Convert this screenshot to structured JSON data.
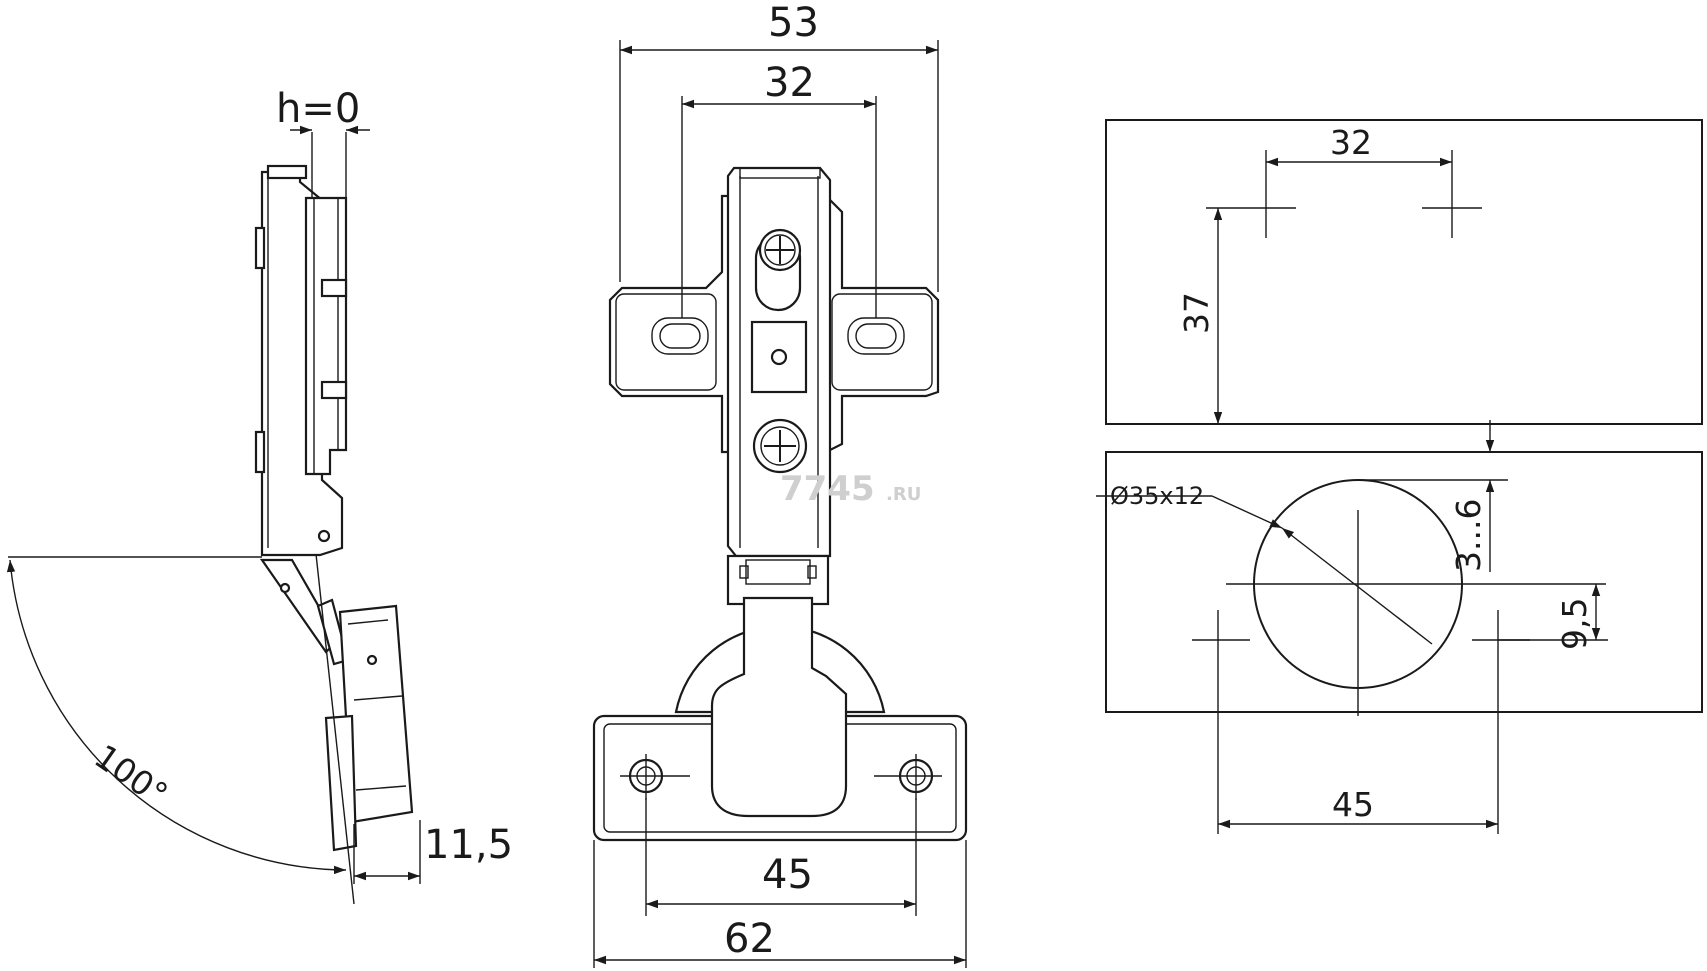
{
  "diagram": {
    "side_view": {
      "overlay_label": "h=0",
      "angle_label": "100°",
      "depth_label": "11,5"
    },
    "front_view": {
      "overall_width": "53",
      "mount_spacing": "32",
      "screw_spacing": "45",
      "base_width": "62"
    },
    "drilling_template": {
      "top_spacing": "32",
      "height": "37",
      "cup_label": "Ø35x12",
      "edge_offset": "3...6",
      "hole_offset": "9,5",
      "bottom_spacing": "45"
    },
    "watermark": {
      "main": "7745",
      "suffix": ".RU"
    }
  }
}
